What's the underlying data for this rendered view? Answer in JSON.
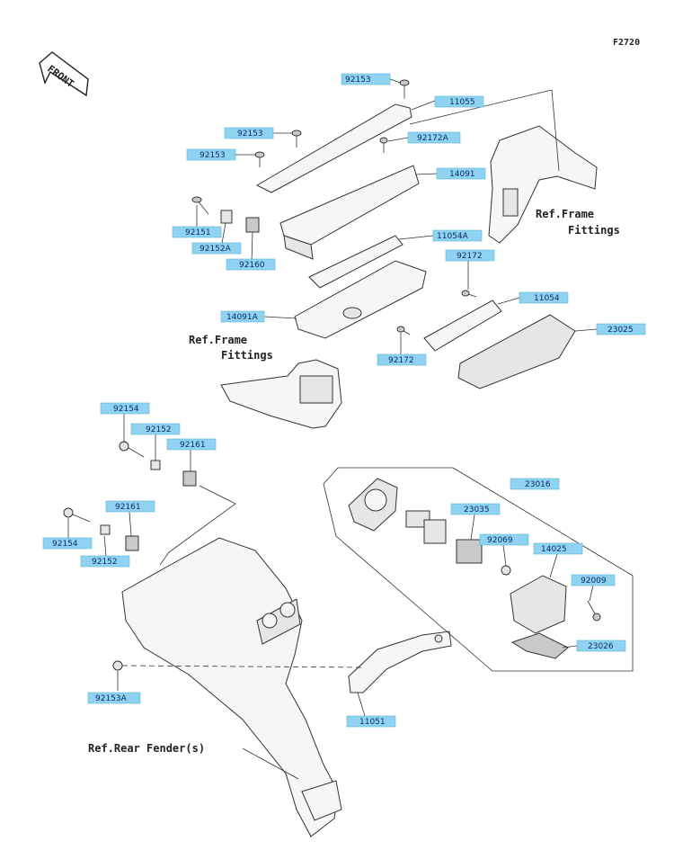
{
  "figure_id": "F2720",
  "front_arrow_label": "FRONT",
  "part_labels": [
    {
      "id": "92153-a",
      "text": "92153"
    },
    {
      "id": "11055",
      "text": "11055"
    },
    {
      "id": "92153-b",
      "text": "92153"
    },
    {
      "id": "92172A",
      "text": "92172A"
    },
    {
      "id": "92153-c",
      "text": "92153"
    },
    {
      "id": "14091",
      "text": "14091"
    },
    {
      "id": "92151",
      "text": "92151"
    },
    {
      "id": "92152A",
      "text": "92152A"
    },
    {
      "id": "92160",
      "text": "92160"
    },
    {
      "id": "11054A",
      "text": "11054A"
    },
    {
      "id": "92172-a",
      "text": "92172"
    },
    {
      "id": "11054",
      "text": "11054"
    },
    {
      "id": "14091A",
      "text": "14091A"
    },
    {
      "id": "23025",
      "text": "23025"
    },
    {
      "id": "92172-b",
      "text": "92172"
    },
    {
      "id": "92154-a",
      "text": "92154"
    },
    {
      "id": "92152-a",
      "text": "92152"
    },
    {
      "id": "92161-a",
      "text": "92161"
    },
    {
      "id": "92161-b",
      "text": "92161"
    },
    {
      "id": "92154-b",
      "text": "92154"
    },
    {
      "id": "92152-b",
      "text": "92152"
    },
    {
      "id": "23016",
      "text": "23016"
    },
    {
      "id": "23035",
      "text": "23035"
    },
    {
      "id": "92069",
      "text": "92069"
    },
    {
      "id": "14025",
      "text": "14025"
    },
    {
      "id": "92009",
      "text": "92009"
    },
    {
      "id": "23026",
      "text": "23026"
    },
    {
      "id": "92153A",
      "text": "92153A"
    },
    {
      "id": "11051",
      "text": "11051"
    }
  ],
  "references": {
    "frame_fittings_right_line1": "Ref.Frame",
    "frame_fittings_right_line2": "Fittings",
    "frame_fittings_left_line1": "Ref.Frame",
    "frame_fittings_left_line2": "Fittings",
    "rear_fender": "Ref.Rear Fender(s)"
  }
}
